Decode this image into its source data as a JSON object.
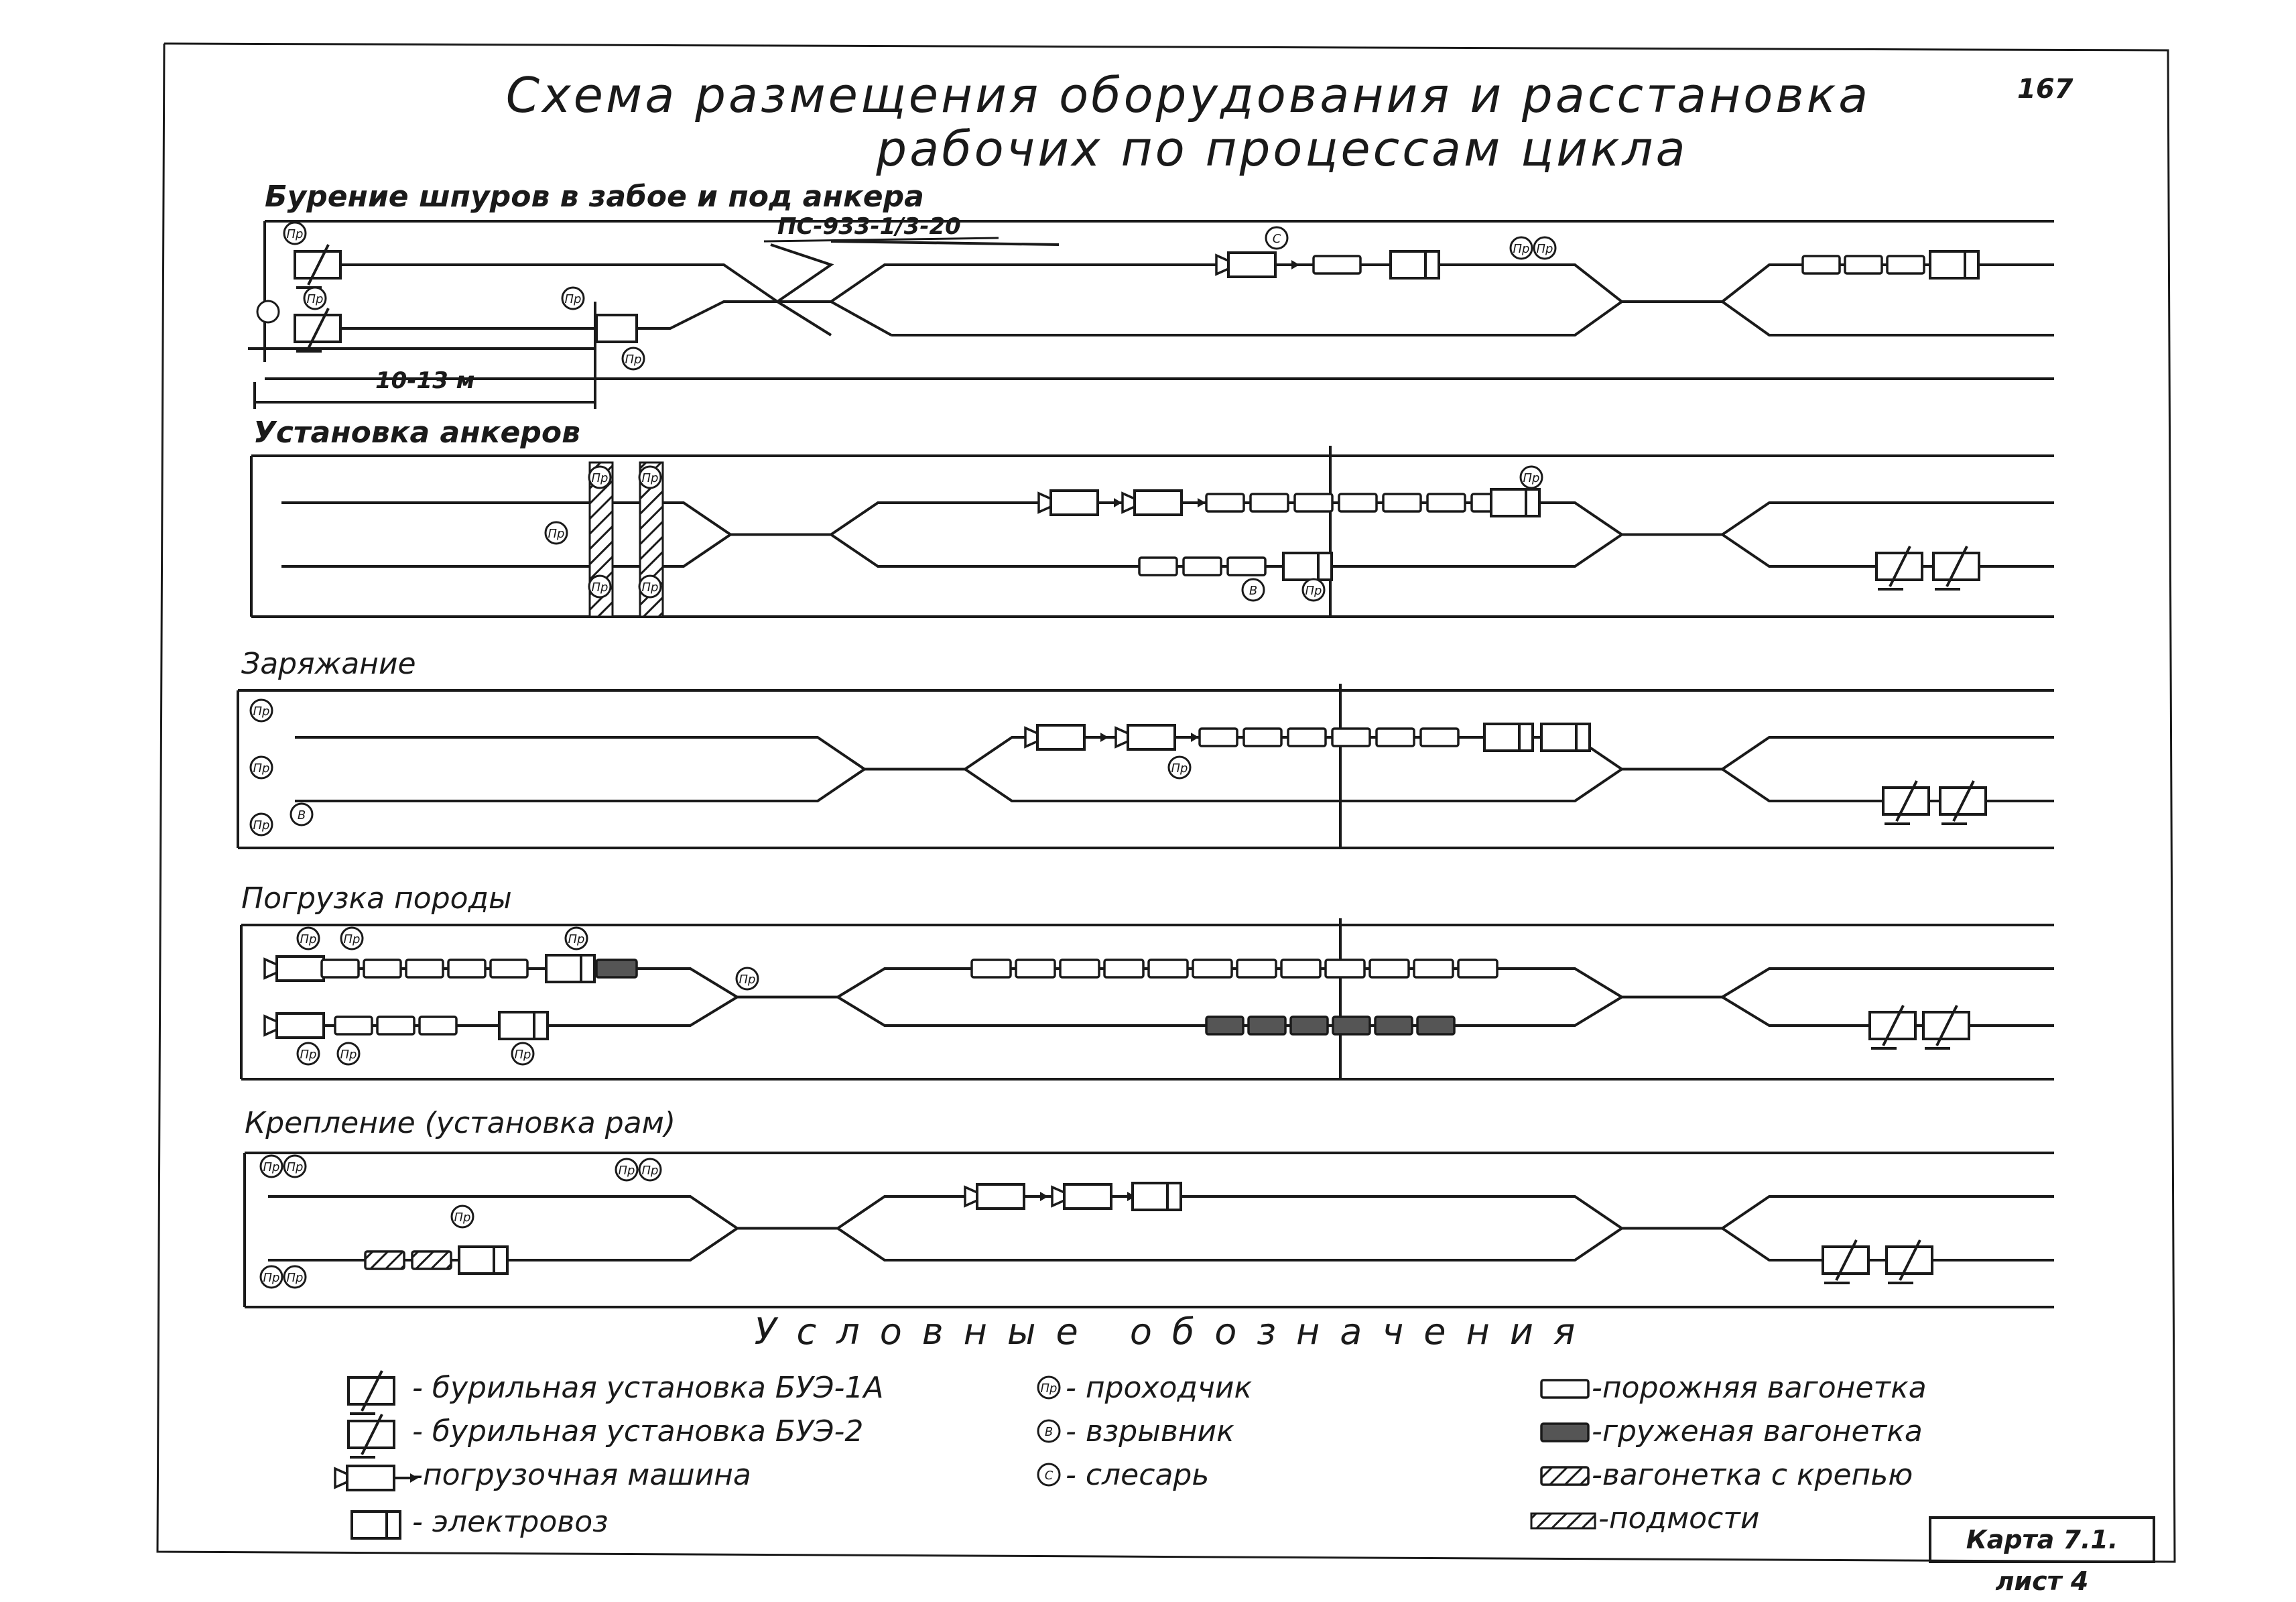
{
  "title_line1": "Схема размещения оборудования и расстановка",
  "title_line2": "рабочих по процессам цикла",
  "page_number": "167",
  "sections": {
    "drilling": {
      "title": "Бурение шпуров в забое и под анкера",
      "equipment_label": "ПС-933-1/3-20",
      "distance_label": "10-13 м"
    },
    "anchors": {
      "title": "Установка анкеров"
    },
    "charging": {
      "title": "Заряжание"
    },
    "loading": {
      "title": "Погрузка породы"
    },
    "support": {
      "title": "Крепление (установка рам)"
    }
  },
  "worker_marks": {
    "miner": "Пр",
    "blaster": "В",
    "fitter": "С"
  },
  "legend": {
    "title": "Условные обозначения",
    "items": [
      {
        "symbol": "drill-rig-bue1a-icon",
        "label": "- бурильная установка БУЭ-1А"
      },
      {
        "symbol": "drill-rig-bue2-icon",
        "label": "- бурильная установка БУЭ-2"
      },
      {
        "symbol": "loading-machine-icon",
        "label": "-погрузочная машина"
      },
      {
        "symbol": "electric-locomotive-icon",
        "label": "- электровоз"
      },
      {
        "symbol": "miner-icon",
        "label": "- проходчик"
      },
      {
        "symbol": "blaster-icon",
        "label": "- взрывник"
      },
      {
        "symbol": "fitter-icon",
        "label": "- слесарь"
      },
      {
        "symbol": "empty-wagon-icon",
        "label": "-порожняя вагонетка"
      },
      {
        "symbol": "loaded-wagon-icon",
        "label": "-груженая вагонетка"
      },
      {
        "symbol": "support-wagon-icon",
        "label": "-вагонетка с крепью"
      },
      {
        "symbol": "scaffold-icon",
        "label": "-подмости"
      }
    ]
  },
  "card_label": "Карта 7.1. лист 4",
  "colors": {
    "ink": "#1a1a1a",
    "loaded_fill": "#555555",
    "paper": "#ffffff"
  }
}
